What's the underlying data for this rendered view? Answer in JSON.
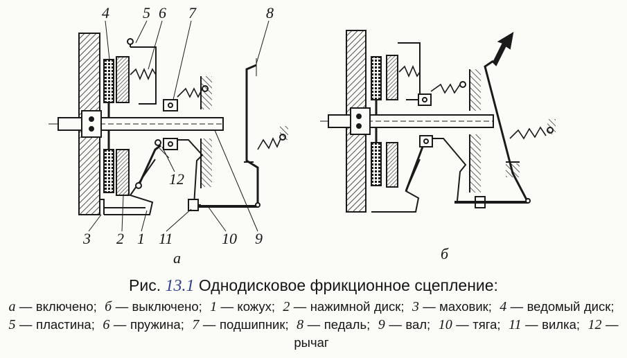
{
  "figure": {
    "prefix": "Рис.",
    "number": "13.1",
    "title": "Однодисковое фрикционное сцепление:"
  },
  "part_labels": [
    "4",
    "5",
    "6",
    "7",
    "8",
    "3",
    "2",
    "1",
    "11",
    "10",
    "9",
    "12"
  ],
  "view_labels": {
    "a": "а",
    "b": "б"
  },
  "legend": [
    {
      "key": "а",
      "text": "включено;"
    },
    {
      "key": "б",
      "text": "выключено;"
    },
    {
      "key": "1",
      "text": "кожух;"
    },
    {
      "key": "2",
      "text": "нажимной диск;"
    },
    {
      "key": "3",
      "text": "маховик;"
    },
    {
      "key": "4",
      "text": "ведомый диск;"
    },
    {
      "key": "5",
      "text": "пластина;"
    },
    {
      "key": "6",
      "text": "пружина;"
    },
    {
      "key": "7",
      "text": "подшипник;"
    },
    {
      "key": "8",
      "text": "педаль;"
    },
    {
      "key": "9",
      "text": "вал;"
    },
    {
      "key": "10",
      "text": "тяга;"
    },
    {
      "key": "11",
      "text": "вилка;"
    },
    {
      "key": "12",
      "text": "рычаг"
    }
  ],
  "dash": "—"
}
